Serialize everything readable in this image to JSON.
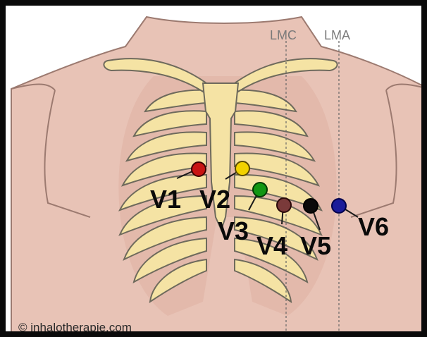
{
  "reference_lines": [
    {
      "id": "lmc",
      "label": "LMC"
    },
    {
      "id": "lma",
      "label": "LMA"
    }
  ],
  "electrodes": [
    {
      "id": "v1",
      "label": "V1",
      "color": "#c81414"
    },
    {
      "id": "v2",
      "label": "V2",
      "color": "#f2d200"
    },
    {
      "id": "v3",
      "label": "V3",
      "color": "#129612"
    },
    {
      "id": "v4",
      "label": "V4",
      "color": "#7a3a3a"
    },
    {
      "id": "v5",
      "label": "V5",
      "color": "#0a0a0a"
    },
    {
      "id": "v6",
      "label": "V6",
      "color": "#1c1c9a"
    }
  ],
  "colors": {
    "skin": "#e8c3b6",
    "skin_outline": "#9c7a70",
    "bone": "#f5e3a4",
    "bone_outline": "#6e6a5c",
    "frame": "#0a0a0a"
  },
  "credit": "© inhalotherapie.com"
}
